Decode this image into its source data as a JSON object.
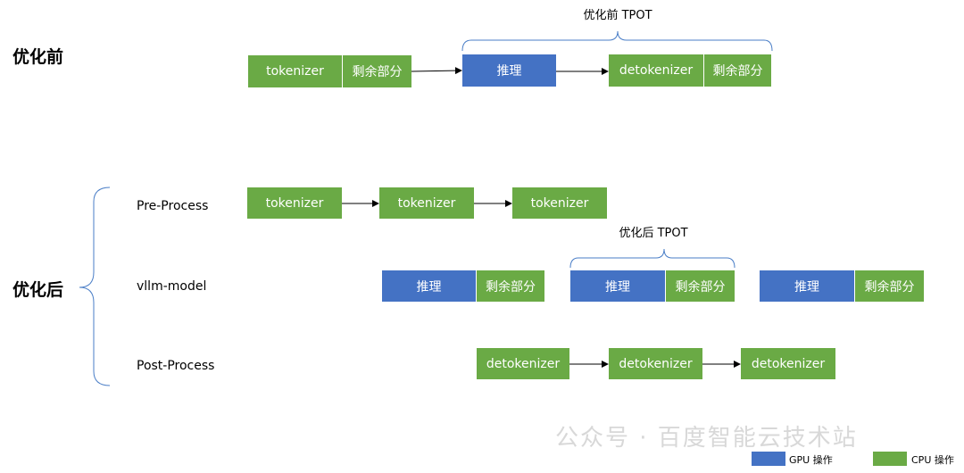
{
  "sections": {
    "before": "优化前",
    "after": "优化后"
  },
  "tpot": {
    "before": "优化前 TPOT",
    "after": "优化后 TPOT"
  },
  "rows": {
    "pre": "Pre-Process",
    "model": "vllm-model",
    "post": "Post-Process"
  },
  "boxes": {
    "tokenizer": "tokenizer",
    "remaining": "剩余部分",
    "inference": "推理",
    "detokenizer": "detokenizer"
  },
  "legend": {
    "gpu": "GPU 操作",
    "cpu": "CPU 操作"
  },
  "watermark": "公众号 · 百度智能云技术站",
  "colors": {
    "cpu": "#6aaa45",
    "gpu": "#4472c4",
    "bracket": "#4a7ec7"
  }
}
